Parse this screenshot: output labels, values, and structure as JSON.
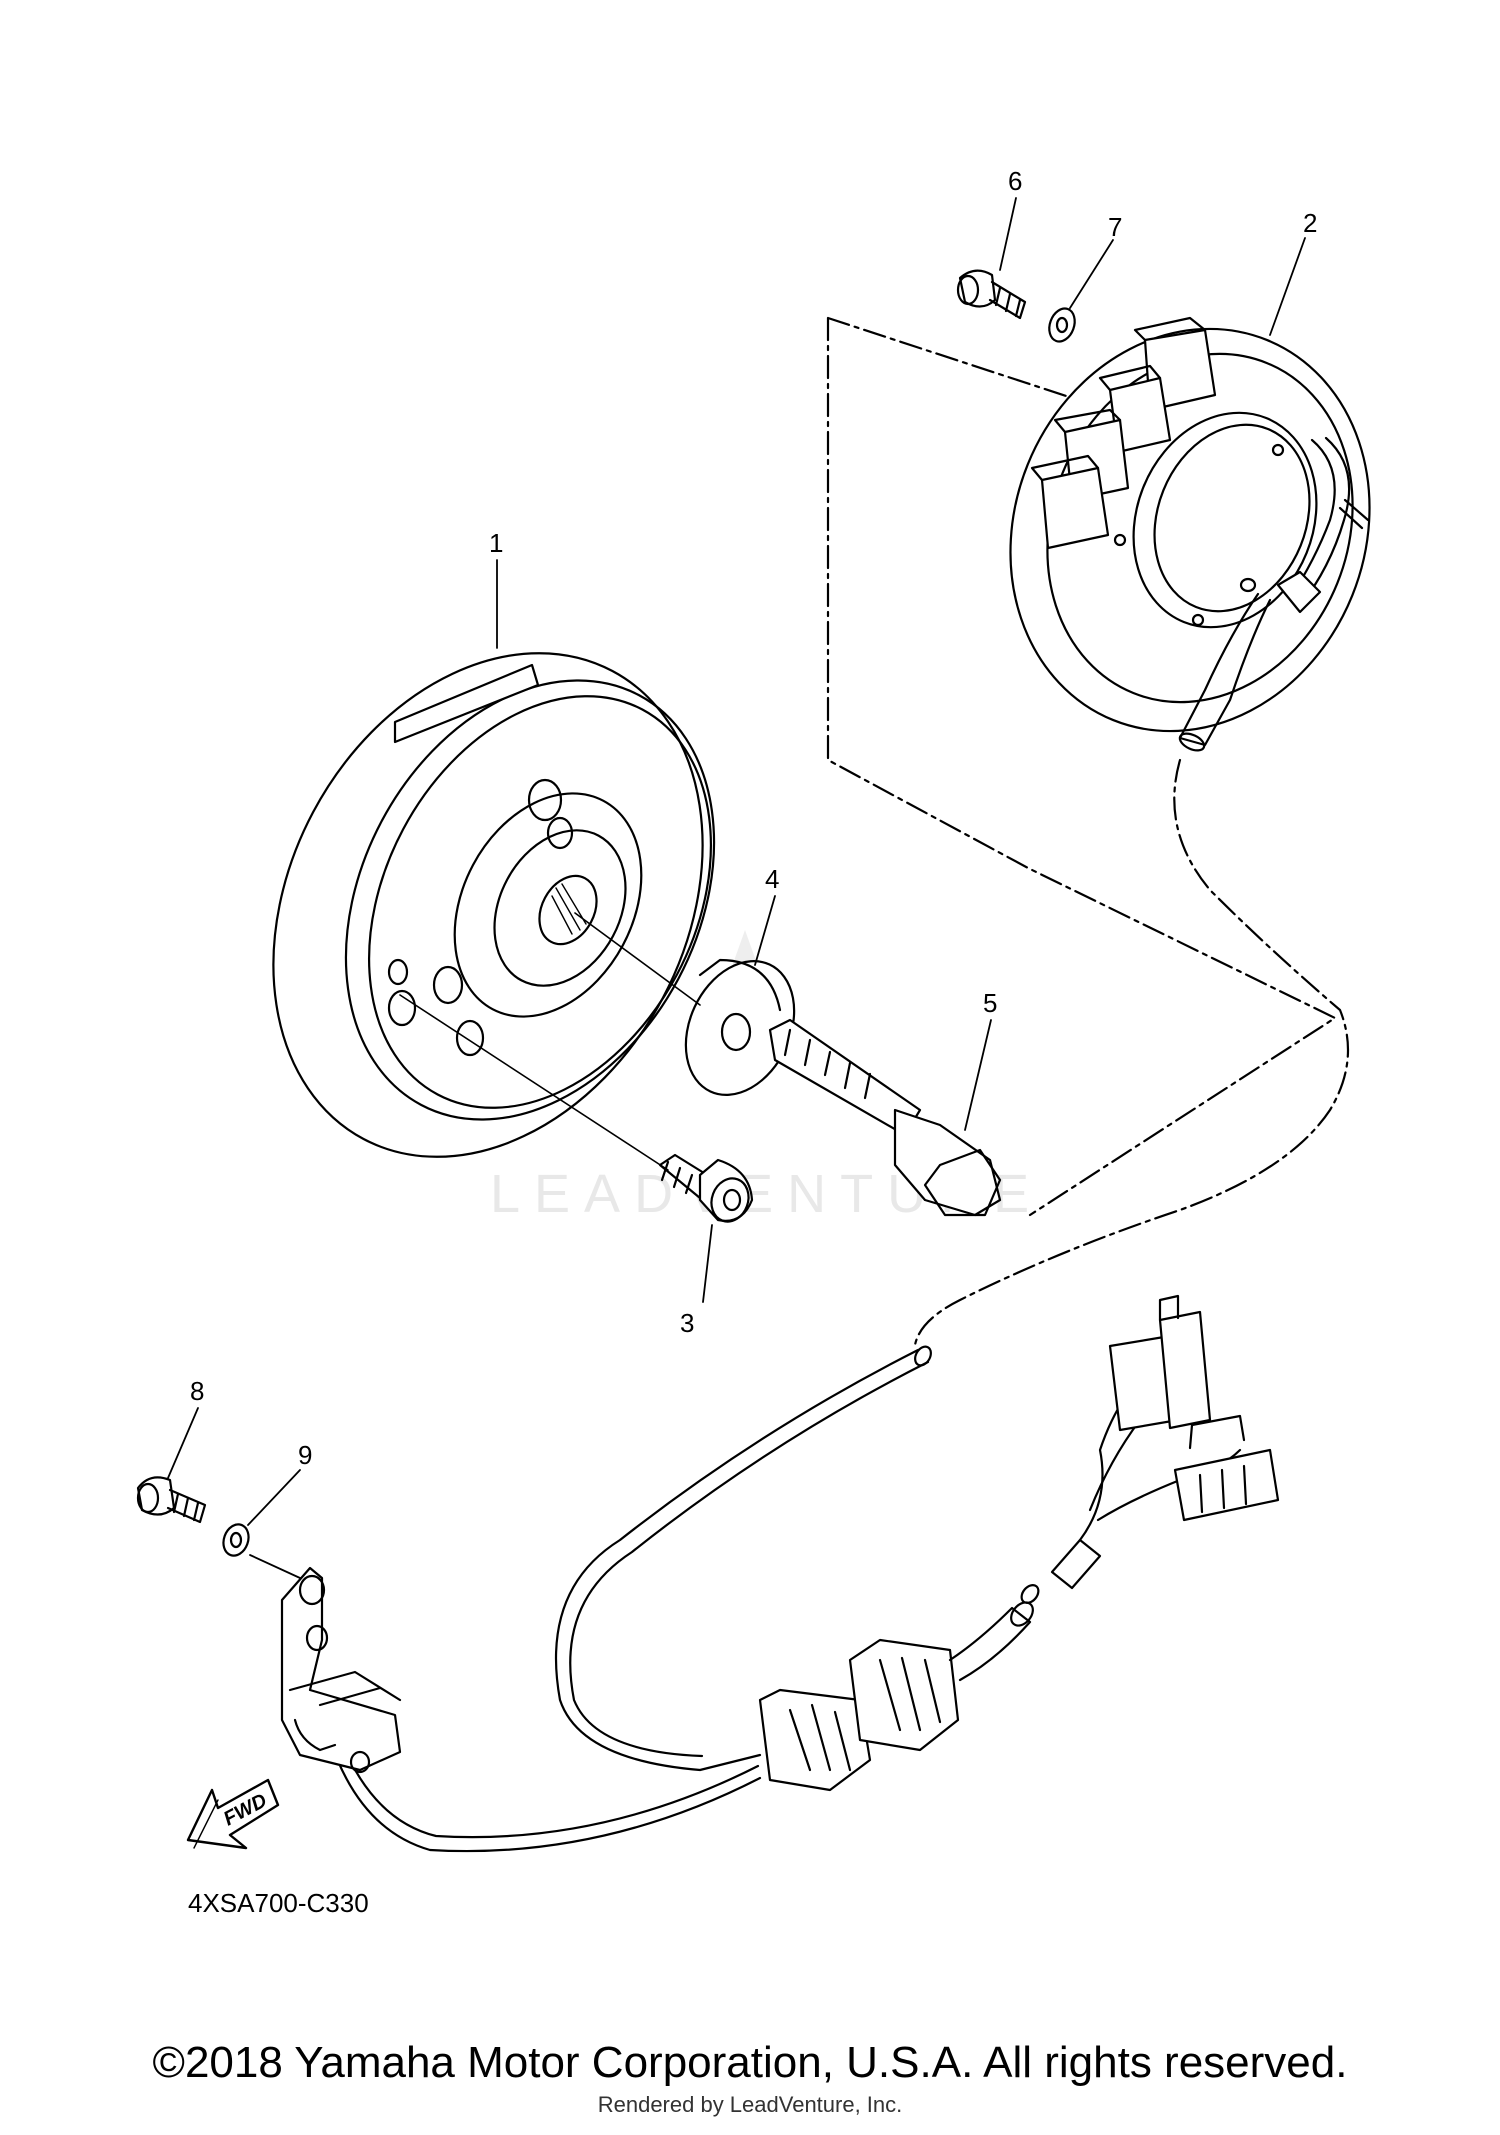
{
  "callouts": {
    "c1": "1",
    "c2": "2",
    "c3": "3",
    "c4": "4",
    "c5": "5",
    "c6": "6",
    "c7": "7",
    "c8": "8",
    "c9": "9"
  },
  "fwd_label": "FWD",
  "part_code": "4XSA700-C330",
  "watermark": "LEADVENTURE",
  "footer": {
    "copyright": "©2018 Yamaha Motor Corporation, U.S.A. All rights reserved.",
    "rendered_by": "Rendered by LeadVenture, Inc."
  }
}
